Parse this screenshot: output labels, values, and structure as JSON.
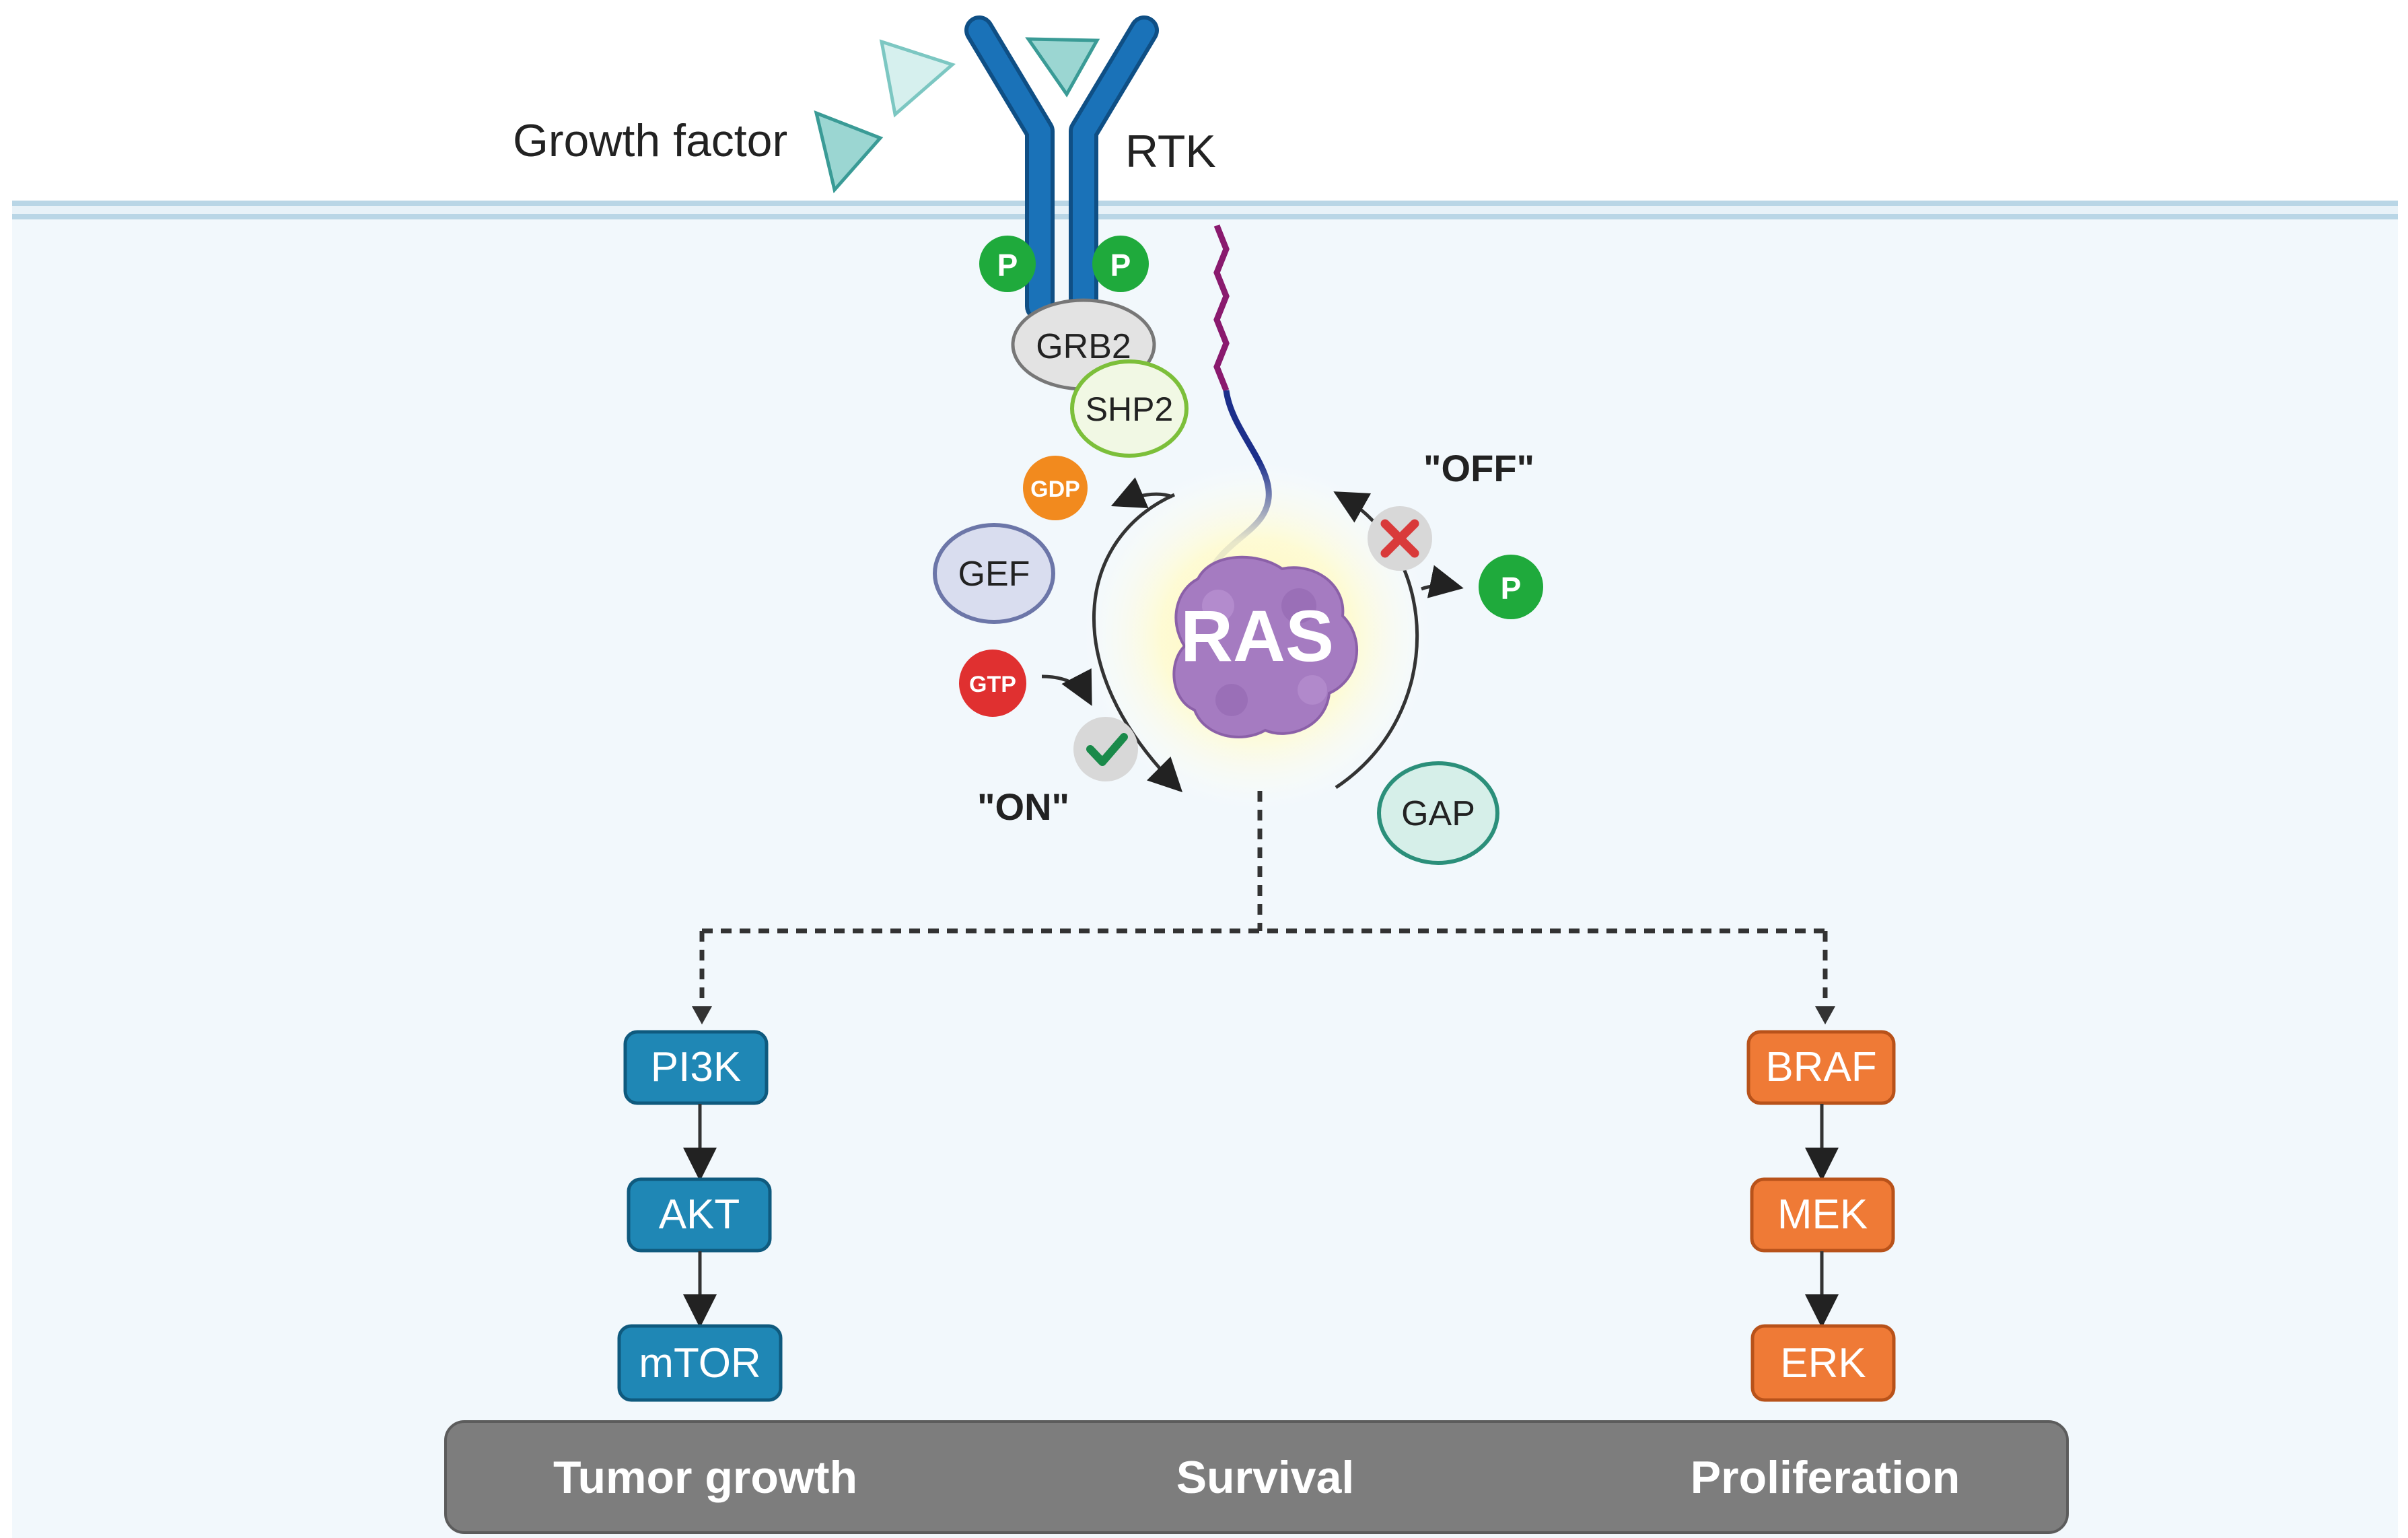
{
  "labels": {
    "growth_factor": "Growth factor",
    "rtk": "RTK",
    "p": "P",
    "grb2": "GRB2",
    "shp2": "SHP2",
    "gdp": "GDP",
    "gtp": "GTP",
    "gef": "GEF",
    "gap": "GAP",
    "ras": "RAS",
    "off": "\"OFF\"",
    "on": "\"ON\""
  },
  "pathways": {
    "left": [
      "PI3K",
      "AKT",
      "mTOR"
    ],
    "right": [
      "BRAF",
      "MEK",
      "ERK"
    ]
  },
  "outcomes": [
    "Tumor growth",
    "Survival",
    "Proliferation"
  ],
  "colors": {
    "background": "#f2f8fc",
    "membrane": "#b9d6e6",
    "rtk": "#1a72b8",
    "phosphate": "#1faa3c",
    "gdp": "#f28a1e",
    "gtp": "#e03030",
    "ras": "#a57bc1",
    "pi3k_pathway": "#1f87b5",
    "braf_pathway": "#ef7a36",
    "outcome_bar": "#7d7d7d",
    "lipid_tail": "#8a1a6e",
    "linker": "#1c2f8a"
  }
}
